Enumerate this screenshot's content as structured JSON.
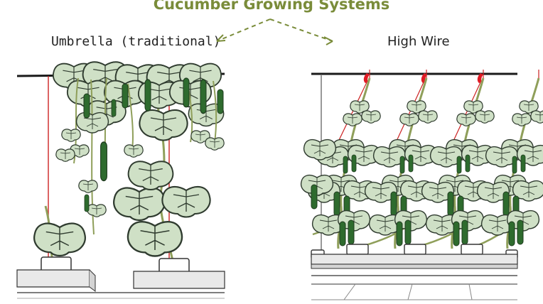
{
  "title": "Cucumber Growing Systems",
  "panels": {
    "left": {
      "label": "Umbrella (traditional)"
    },
    "right": {
      "label": "High Wire"
    }
  },
  "colors": {
    "title": "#7a8c3a",
    "leaf": "#cfe0c6",
    "leaf_stroke": "#2f3b2f",
    "fruit": "#2e6b2e",
    "string": "#cc2222",
    "clip": "#e01b24",
    "stem": "#8f9f5a",
    "slab": "#e9e9e9"
  }
}
